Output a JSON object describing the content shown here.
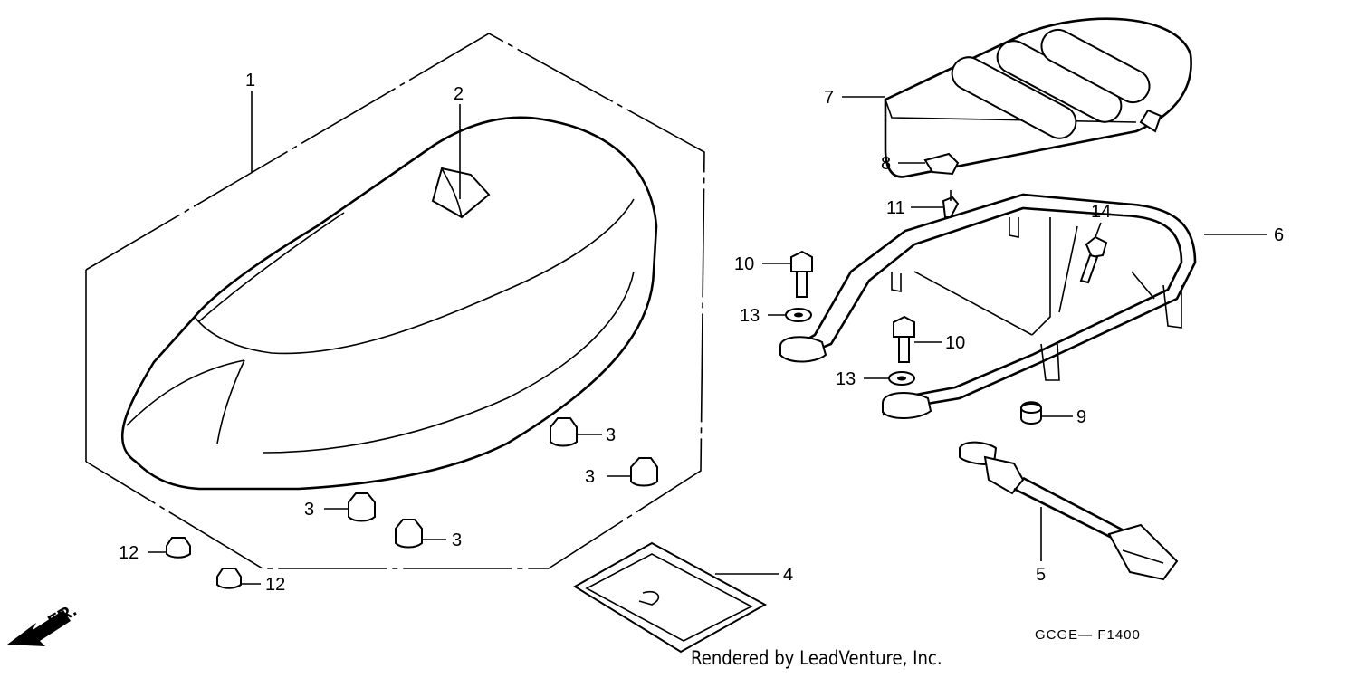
{
  "callouts": [
    {
      "id": "c1",
      "label": "1"
    },
    {
      "id": "c2",
      "label": "2"
    },
    {
      "id": "c3a",
      "label": "3"
    },
    {
      "id": "c3b",
      "label": "3"
    },
    {
      "id": "c3c",
      "label": "3"
    },
    {
      "id": "c3d",
      "label": "3"
    },
    {
      "id": "c4",
      "label": "4"
    },
    {
      "id": "c5",
      "label": "5"
    },
    {
      "id": "c6",
      "label": "6"
    },
    {
      "id": "c7",
      "label": "7"
    },
    {
      "id": "c8",
      "label": "8"
    },
    {
      "id": "c9",
      "label": "9"
    },
    {
      "id": "c10a",
      "label": "10"
    },
    {
      "id": "c10b",
      "label": "10"
    },
    {
      "id": "c11",
      "label": "11"
    },
    {
      "id": "c12a",
      "label": "12"
    },
    {
      "id": "c12b",
      "label": "12"
    },
    {
      "id": "c13a",
      "label": "13"
    },
    {
      "id": "c13b",
      "label": "13"
    },
    {
      "id": "c14",
      "label": "14"
    }
  ],
  "direction_marker": "FR.",
  "diagram_code": "GCGE— F1400",
  "credit": "Rendered by LeadVenture, Inc."
}
